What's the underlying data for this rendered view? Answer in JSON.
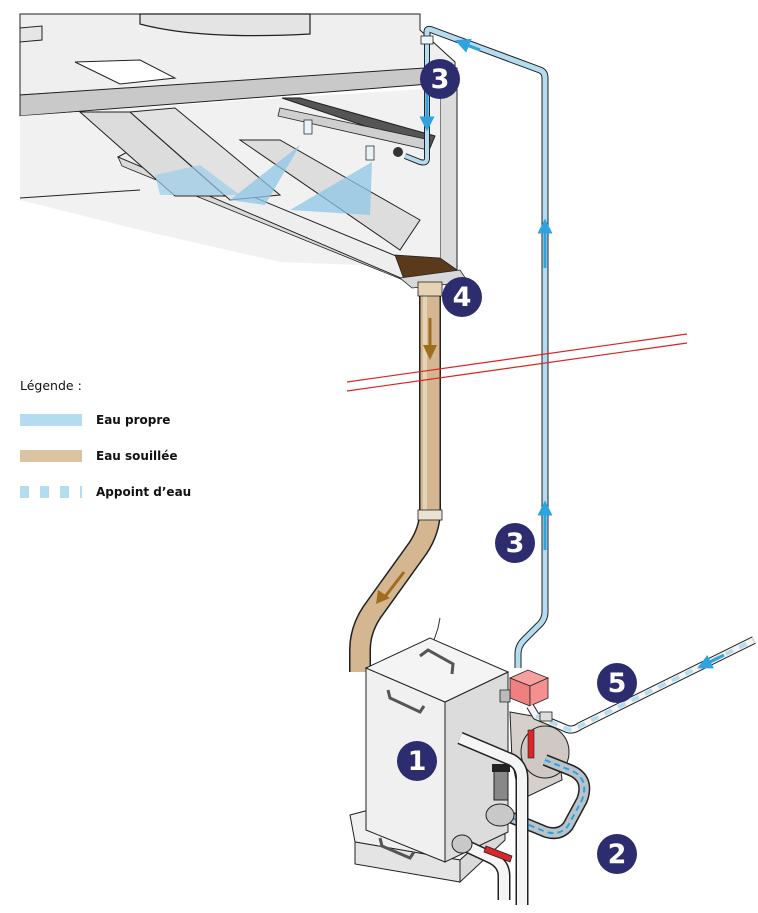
{
  "legend": {
    "title": "Légende :",
    "items": [
      {
        "id": "clean",
        "label": "Eau propre",
        "color": "#b3dcf1",
        "style": "solid"
      },
      {
        "id": "dirty",
        "label": "Eau souillée",
        "color": "#dcc3a1",
        "style": "solid"
      },
      {
        "id": "makeup",
        "label": "Appoint d’eau",
        "color": "#b3dcf1",
        "style": "dashed"
      }
    ]
  },
  "badges": [
    {
      "id": "badge-3-top",
      "number": "3"
    },
    {
      "id": "badge-4",
      "number": "4"
    },
    {
      "id": "badge-3-mid",
      "number": "3"
    },
    {
      "id": "badge-5",
      "number": "5"
    },
    {
      "id": "badge-1",
      "number": "1"
    },
    {
      "id": "badge-2",
      "number": "2"
    }
  ],
  "colors": {
    "badge_bg": "#2c2c6e",
    "clean_water_pipe": "#b3dcf1",
    "clean_water_arrow": "#2fa3e0",
    "dirty_water_pipe": "#d4b791",
    "dirty_water_arrow": "#a06d1f",
    "section_cut_line": "#e02020",
    "solenoid_valve": "#f08080",
    "handle_red": "#d9262a"
  }
}
